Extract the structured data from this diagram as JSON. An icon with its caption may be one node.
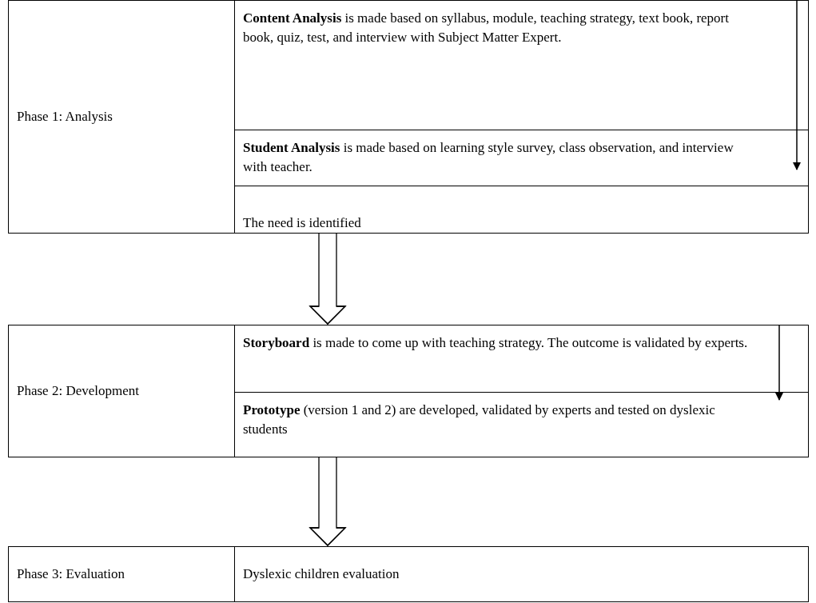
{
  "diagram": {
    "nodes": [
      {
        "text": [
          "Phase 1: Analysis"
        ]
      },
      {
        "text": [
          "**Content Analysis** is made based on syllabus, module, teaching strategy, text book, report book, quiz, test, and interview with Subject Matter Expert."
        ]
      },
      {
        "text": [
          "**Student Analysis** is made based on learning style survey, class observation, and interview with teacher."
        ]
      },
      {
        "text": [
          "The need is identified"
        ]
      },
      {
        "text": [
          "Phase 2: Development"
        ]
      },
      {
        "text": [
          "**Storyboard** is made to come up with teaching strategy. The outcome is validated by experts."
        ]
      },
      {
        "text": [
          "**Prototype** (version 1 and 2) are developed, validated by experts and tested on dyslexic students"
        ]
      },
      {
        "text": [
          "Phase 3: Evaluation"
        ]
      },
      {
        "text": [
          "Dyslexic children evaluation"
        ]
      }
    ],
    "edges": [
      {
        "from": 1,
        "to": 2,
        "arrow": "to"
      },
      {
        "from": 3,
        "to": 5,
        "arrow": "to"
      },
      {
        "from": 5,
        "to": 6,
        "arrow": "to"
      },
      {
        "from": 6,
        "to": 8,
        "arrow": "to"
      }
    ]
  }
}
